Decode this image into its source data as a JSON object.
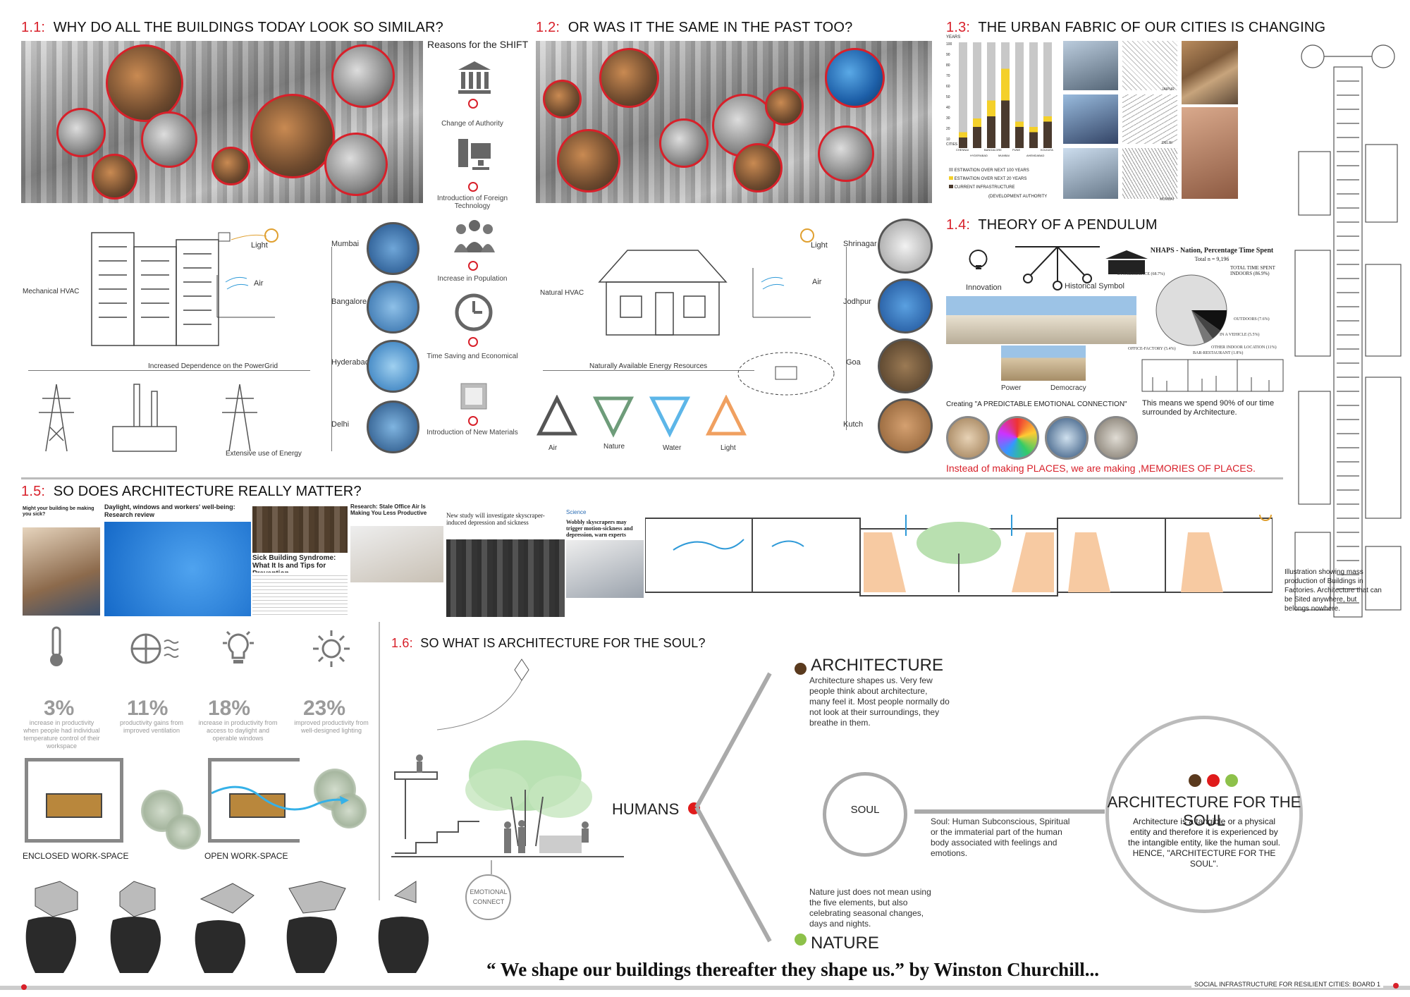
{
  "s11": {
    "num": "1.1:",
    "title": "WHY DO ALL THE BUILDINGS TODAY LOOK SO SIMILAR?",
    "reasons_title": "Reasons for the SHIFT",
    "reasons": [
      "Change of Authority",
      "Introduction of Foreign Technology",
      "Increase in Population",
      "Time Saving and Economical",
      "Introduction of New Materials"
    ],
    "diagram": {
      "hvac": "Mechanical HVAC",
      "light": "Light",
      "air": "Air",
      "powergrid": "Increased Dependence on the PowerGrid",
      "energy": "Extensive use of Energy",
      "cities": [
        "Mumbai",
        "Bangalore",
        "Hyderabad",
        "Delhi"
      ]
    }
  },
  "s12": {
    "num": "1.2:",
    "title": "OR WAS IT THE SAME IN THE PAST TOO?",
    "diagram": {
      "hvac": "Natural HVAC",
      "light": "Light",
      "air": "Air",
      "resources": "Naturally Available Energy Resources",
      "cities": [
        "Shrinagar",
        "Jodhpur",
        "Goa",
        "Kutch"
      ],
      "elements": [
        "Air",
        "Nature",
        "Water",
        "Light"
      ]
    }
  },
  "s13": {
    "num": "1.3:",
    "title": "THE URBAN FABRIC OF OUR CITIES IS CHANGING",
    "chart_ylabel": "YEARS",
    "chart_yticks": [
      "100",
      "90",
      "80",
      "70",
      "60",
      "50",
      "40",
      "30",
      "20",
      "10"
    ],
    "chart_xlabel": "CITIES",
    "chart_cities": [
      "CHENNAI",
      "HYDERABAD",
      "BANGALORE",
      "MUMBAI",
      "PUNE",
      "AHEMDABAD",
      "KOLKATA"
    ],
    "legend": [
      "ESTIMATION OVER NEXT 100 YEARS",
      "ESTIMATION OVER NEXT 20 YEARS",
      "CURRENT INFRASTRUCTURE"
    ],
    "source": "(DEVELOPMENT AUTHORITY",
    "map_labels": [
      "JAIPUR",
      "DELHI",
      "MUMBAI"
    ]
  },
  "s14": {
    "num": "1.4:",
    "title": "THEORY OF A PENDULUM",
    "innovation": "Innovation",
    "historical": "Historical Symbol",
    "power": "Power",
    "democracy": "Democracy",
    "pie_title": "NHAPS - Nation, Percentage Time Spent",
    "pie_total": "Total n = 9,196",
    "pie_labels": [
      "IN A RESIDENCE (68.7%)",
      "TOTAL TIME SPENT INDOORS (86.9%)",
      "OUTDOORS (7.6%)",
      "IN A VEHICLE (5.5%)",
      "OTHER INDOOR LOCATION (11%)",
      "BAR-RESTAURANT (1.8%)",
      "OFFICE-FACTORY (5.4%)"
    ],
    "connection": "Creating \"A PREDICTABLE EMOTIONAL CONNECTION\"",
    "spend": "This means we spend 90% of our time surrounded by Architecture.",
    "places": "Instead of making PLACES, we are making ,MEMORIES OF PLACES."
  },
  "s15": {
    "num": "1.5:",
    "title": "SO DOES ARCHITECTURE REALLY MATTER?",
    "clip1": "Might your building be making you sick?",
    "clip2": "Daylight, windows and workers' well-being: Research review",
    "clip3": "Sick Building Syndrome: What It Is and Tips for Prevention",
    "clip4": "Research: Stale Office Air Is Making You Less Productive",
    "clip5": "New study will investigate skyscraper-induced depression and sickness",
    "clip6": "Wobbly skyscrapers may trigger motion-sickness and depression, warn experts",
    "clip6_tag": "Science",
    "illus": "Illustration showing mass production of Buildings in Factories. Architecture that can be Sited anywhere, but belongs nowhere."
  },
  "stats": [
    {
      "pct": "3%",
      "cap": "increase in productivity when people had individual temperature control of their workspace"
    },
    {
      "pct": "11%",
      "cap": "productivity gains from improved ventilation"
    },
    {
      "pct": "18%",
      "cap": "increase in productivity from access to daylight and operable windows"
    },
    {
      "pct": "23%",
      "cap": "improved productivity from well-designed lighting"
    }
  ],
  "workspace": {
    "enclosed": "ENCLOSED WORK-SPACE",
    "open": "OPEN WORK-SPACE"
  },
  "s16": {
    "num": "1.6:",
    "title": "SO WHAT IS ARCHITECTURE FOR THE SOUL?",
    "humans": "HUMANS",
    "emotional": "EMOTIONAL CONNECT",
    "architecture_h": "ARCHITECTURE",
    "architecture_t": "Architecture shapes us. Very few people think about architecture, many feel it. Most people normally do not look at their surroundings, they breathe in them.",
    "soul": "SOUL",
    "soul_t": "Soul: Human Subconscious, Spiritual or the immaterial part of the human body associated with feelings and emotions.",
    "nature_t": "Nature just does not mean using the five elements, but also celebrating seasonal changes, days and nights.",
    "nature_h": "NATURE",
    "afts_h": "ARCHITECTURE FOR THE SOUL",
    "afts_t": "Architecture is a tangible or a physical entity and therefore it is experienced by the intangible  entity, like the human soul. HENCE, \"ARCHITECTURE FOR THE SOUL\"."
  },
  "quote": "“ We shape our buildings thereafter they shape us.” by Winston Churchill...",
  "footer": "SOCIAL INFRASTRUCTURE FOR RESILIENT CITIES: BOARD 1",
  "colors": {
    "accent": "#d8202a",
    "brown": "#5a3a1e",
    "green": "#8dc14a",
    "red": "#e01b1b"
  }
}
